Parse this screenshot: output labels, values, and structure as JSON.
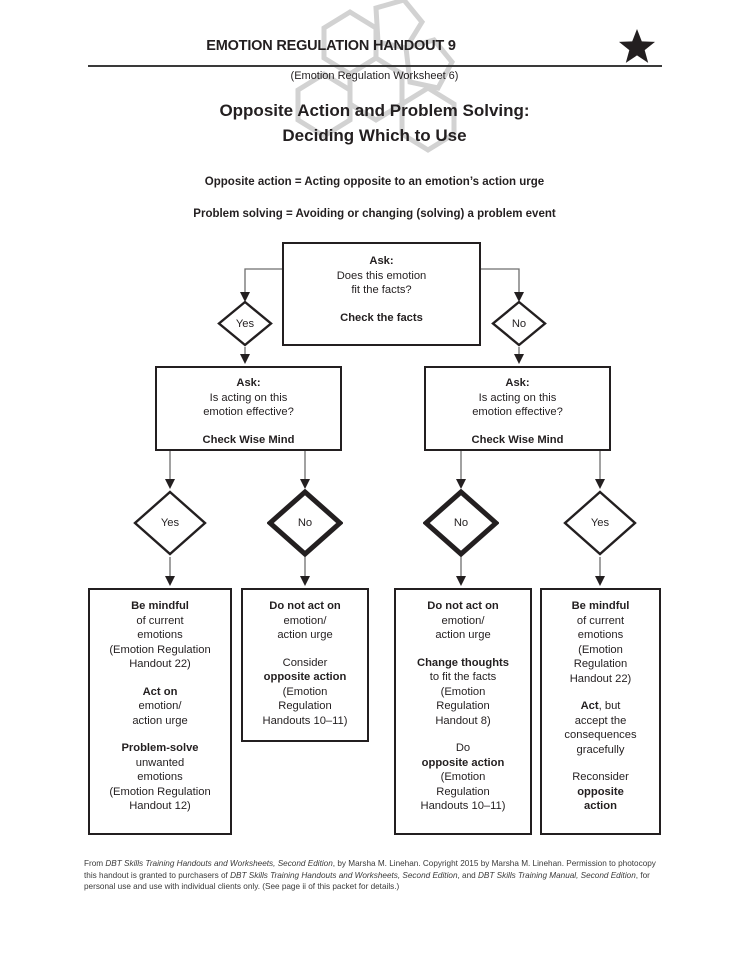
{
  "header": {
    "handout_title": "EMOTION REGULATION HANDOUT 9",
    "worksheet_ref": "(Emotion Regulation Worksheet 6)",
    "main_title_line1": "Opposite Action and Problem Solving:",
    "main_title_line2": "Deciding Which to Use",
    "star_icon": "star-icon",
    "watermark_icon": "molecule-watermark-icon"
  },
  "definitions": [
    "Opposite action = Acting opposite to an emotion’s action urge",
    "Problem solving = Avoiding or changing (solving) a problem event"
  ],
  "flow": {
    "box_ask_facts": {
      "heading": "Ask:",
      "line1": "Does this emotion",
      "line2": "fit the facts?",
      "action": "Check the facts"
    },
    "box_wise_left": {
      "heading": "Ask:",
      "line1": "Is acting on this",
      "line2": "emotion effective?",
      "action": "Check Wise Mind"
    },
    "box_wise_right": {
      "heading": "Ask:",
      "line1": "Is acting on this",
      "line2": "emotion effective?",
      "action": "Check Wise Mind"
    },
    "diamonds": {
      "top_yes": "Yes",
      "top_no": "No",
      "left_yes": "Yes",
      "left_no": "No",
      "right_no": "No",
      "right_yes": "Yes"
    },
    "box_out_1": {
      "b1": "Be mindful",
      "t1a": "of current",
      "t1b": "emotions",
      "t1c": "(Emotion Regulation",
      "t1d": "Handout 22)",
      "b2": "Act on",
      "t2a": "emotion/",
      "t2b": "action urge",
      "b3": "Problem-solve",
      "t3a": "unwanted",
      "t3b": "emotions",
      "t3c": "(Emotion Regulation",
      "t3d": "Handout 12)"
    },
    "box_out_2": {
      "b1": "Do not act on",
      "t1a": "emotion/",
      "t1b": "action urge",
      "t2a": "Consider",
      "b2": "opposite action",
      "t2b": "(Emotion",
      "t2c": "Regulation",
      "t2d": "Handouts 10–11)"
    },
    "box_out_3": {
      "b1": "Do not act on",
      "t1a": "emotion/",
      "t1b": "action urge",
      "b2": "Change thoughts",
      "t2a": "to fit the facts",
      "t2b": "(Emotion",
      "t2c": "Regulation",
      "t2d": "Handout 8)",
      "t3a": "Do",
      "b3": "opposite action",
      "t3b": "(Emotion",
      "t3c": "Regulation",
      "t3d": "Handouts 10–11)"
    },
    "box_out_4": {
      "b1": "Be mindful",
      "t1a": "of current",
      "t1b": "emotions",
      "t1c": "(Emotion",
      "t1d": "Regulation",
      "t1e": "Handout 22)",
      "b2": "Act",
      "t2a": ", but",
      "t2b": "accept the",
      "t2c": "consequences",
      "t2d": "gracefully",
      "t3a": "Reconsider",
      "b3a": "opposite",
      "b3b": "action"
    }
  },
  "footer": {
    "s1": "From ",
    "i1": "DBT Skills Training Handouts and Worksheets, Second Edition",
    "s2": ", by Marsha M. Linehan. Copyright 2015 by Marsha M. Linehan. Permission to photocopy this handout is granted to purchasers of ",
    "i2": "DBT Skills Training Handouts and Worksheets, Second Edition",
    "s3": ", and ",
    "i3": "DBT Skills Training Manual, Second Edition",
    "s4": ", for personal use and use with individual clients only. (See page ii of this packet for details.)"
  },
  "colors": {
    "ink": "#231f20",
    "rule": "#3a3a3a",
    "connector": "#6e6e6e",
    "watermark": "#d4d4d4"
  }
}
